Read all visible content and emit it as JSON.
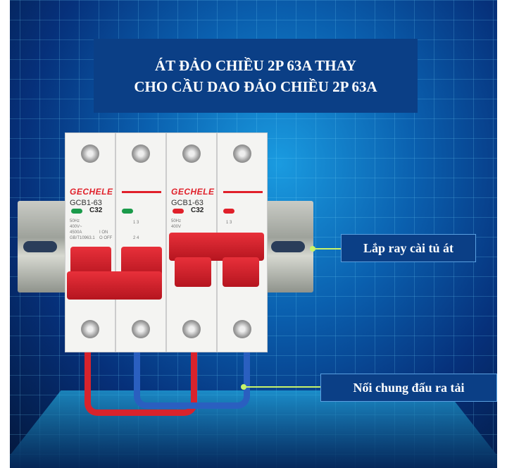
{
  "title": {
    "line1": "ÁT ĐẢO CHIỀU 2P 63A THAY",
    "line2": "CHO CẦU DAO ĐẢO CHIỀU 2P 63A"
  },
  "callouts": {
    "rail": "Lắp ray cài tủ át",
    "wiring": "Nối chung đấu ra tải"
  },
  "breakers": [
    {
      "brand": "GECHELE",
      "model": "GCB1-63",
      "rating": "C32",
      "led_color": "#1a9a4a",
      "freq": "50Hz",
      "voltage": "400V~",
      "capacity": "4500A",
      "standard": "GB/T10963.1",
      "on": "I ON",
      "off": "O OFF",
      "terminals_top": "1 3",
      "terminals_bottom": "2 4"
    },
    {
      "brand": "GECHELE",
      "model": "GCB1-63",
      "rating": "C32",
      "led_color": "#e0202a",
      "freq": "50Hz",
      "voltage": "400V",
      "terminals_top": "1 3"
    }
  ],
  "colors": {
    "accent": "#c8f36a",
    "box": "#0b3f86",
    "brand": "#e0202a",
    "wire_red": "#d8232c",
    "wire_blue": "#2a5fc0"
  }
}
